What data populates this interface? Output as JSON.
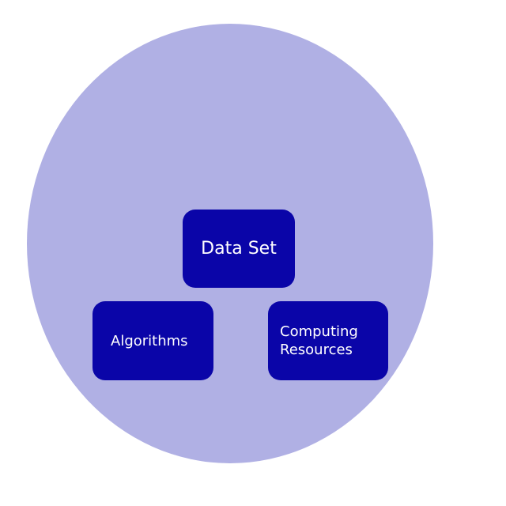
{
  "diagram": {
    "container_color": "#b0b0e4",
    "box_color": "#0a05a8",
    "text_color": "#ffffff",
    "nodes": [
      {
        "id": "data-set",
        "label": "Data Set"
      },
      {
        "id": "algorithms",
        "label": "Algorithms"
      },
      {
        "id": "computing-resources",
        "label": "Computing\nResources"
      }
    ]
  }
}
